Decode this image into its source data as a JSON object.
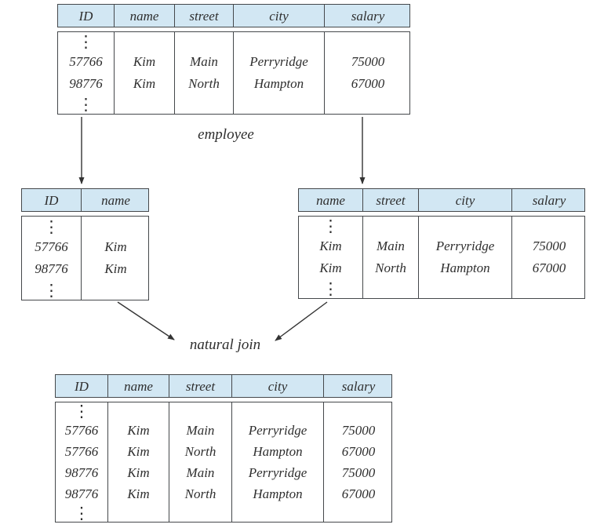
{
  "diagram": {
    "colors": {
      "header_fill": "#d2e7f3",
      "border": "#45484b",
      "text": "#2e2e2e",
      "arrow": "#333333",
      "background": "#ffffff"
    },
    "dots": "⋮",
    "labels": {
      "employee": "employee",
      "natural_join": "natural join"
    },
    "tables": {
      "employee": {
        "headers": [
          "ID",
          "name",
          "street",
          "city",
          "salary"
        ],
        "rows": [
          [
            "57766",
            "Kim",
            "Main",
            "Perryridge",
            "75000"
          ],
          [
            "98776",
            "Kim",
            "North",
            "Hampton",
            "67000"
          ]
        ]
      },
      "left_projection": {
        "headers": [
          "ID",
          "name"
        ],
        "rows": [
          [
            "57766",
            "Kim"
          ],
          [
            "98776",
            "Kim"
          ]
        ]
      },
      "right_projection": {
        "headers": [
          "name",
          "street",
          "city",
          "salary"
        ],
        "rows": [
          [
            "Kim",
            "Main",
            "Perryridge",
            "75000"
          ],
          [
            "Kim",
            "North",
            "Hampton",
            "67000"
          ]
        ]
      },
      "join_result": {
        "headers": [
          "ID",
          "name",
          "street",
          "city",
          "salary"
        ],
        "rows": [
          [
            "57766",
            "Kim",
            "Main",
            "Perryridge",
            "75000"
          ],
          [
            "57766",
            "Kim",
            "North",
            "Hampton",
            "67000"
          ],
          [
            "98776",
            "Kim",
            "Main",
            "Perryridge",
            "75000"
          ],
          [
            "98776",
            "Kim",
            "North",
            "Hampton",
            "67000"
          ]
        ]
      }
    }
  }
}
